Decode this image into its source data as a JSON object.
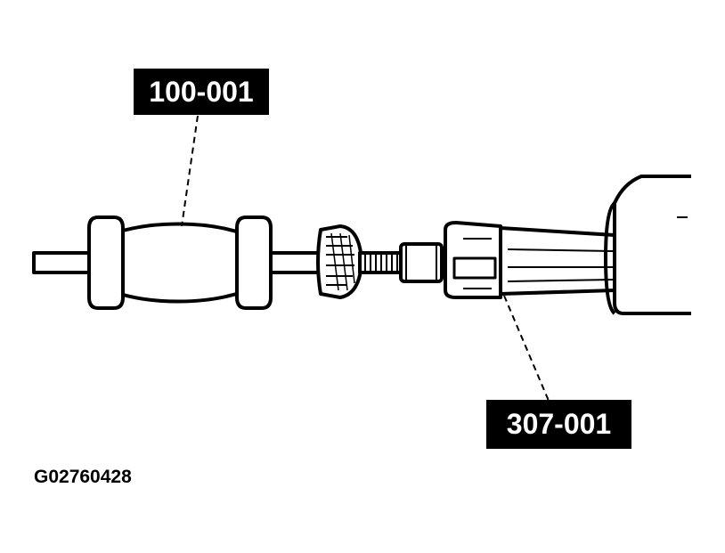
{
  "callouts": {
    "slide_hammer_label": "100-001",
    "remover_label": "307-001"
  },
  "figure_id": "G02760428",
  "colors": {
    "ink": "#000000",
    "paper": "#ffffff"
  }
}
